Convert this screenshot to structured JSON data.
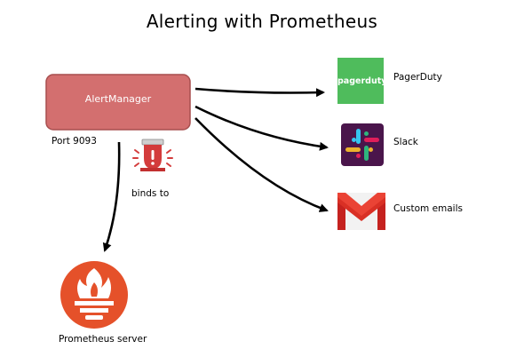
{
  "title": "Alerting with Prometheus",
  "alertmanager": {
    "label": "AlertManager",
    "port": "Port 9093",
    "color": "#d36f6f",
    "border": "#a84f4f"
  },
  "binds_label": "binds to",
  "prometheus": {
    "label": "Prometheus server",
    "icon": "prometheus-flame-icon",
    "color": "#e5512a"
  },
  "siren": {
    "icon": "alarm-siren-icon",
    "color": "#d33c3c"
  },
  "receivers": [
    {
      "name": "PagerDuty",
      "icon": "pagerduty-icon",
      "logo_text": "pagerduty",
      "color": "#4fbc5c"
    },
    {
      "name": "Slack",
      "icon": "slack-icon",
      "color": "#4a154b"
    },
    {
      "name": "Custom emails",
      "icon": "gmail-icon",
      "color": "#d93025"
    }
  ]
}
